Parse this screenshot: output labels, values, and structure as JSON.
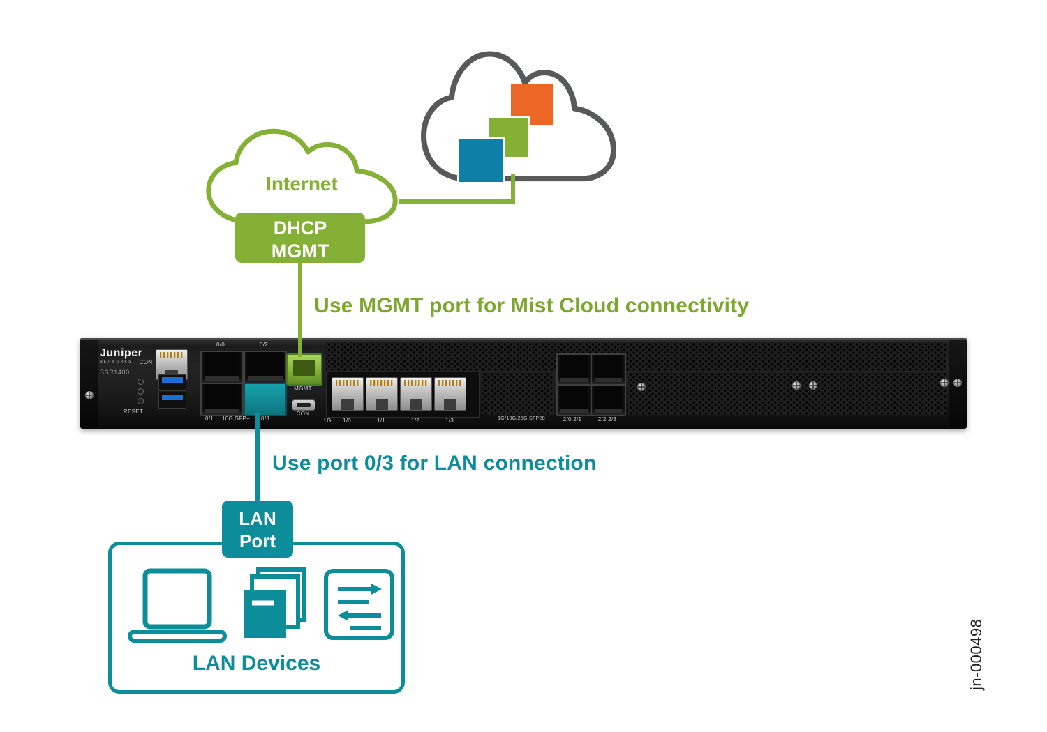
{
  "internet_cloud": {
    "label": "Internet"
  },
  "dhcp_badge": {
    "line1": "DHCP",
    "line2": "MGMT"
  },
  "notes": {
    "mgmt": "Use MGMT port for Mist Cloud connectivity",
    "lan": "Use port 0/3 for LAN connection"
  },
  "lan_port_badge": {
    "line1": "LAN",
    "line2": "Port"
  },
  "lan_devices": {
    "label": "LAN Devices"
  },
  "watermark": "jn-000498",
  "device": {
    "brand": "Juniper",
    "brand_sub": "NETWORKS",
    "model": "SSR1400",
    "labels": {
      "con": "CON",
      "reset": "RESET",
      "sfp_top_left": "0/0",
      "sfp_top_right": "0/2",
      "sfp_bottom_left": "0/1",
      "sfp_bottom_right": "0/3",
      "sfp_group": "10G SFP+",
      "mgmt": "MGMT",
      "mini_con": "CON",
      "rj_group": "1G",
      "rj": [
        "1/0",
        "1/1",
        "1/2",
        "1/3"
      ],
      "sfp28_group": "1G/10G/25G SFP28",
      "sfp28_top": "2/0  2/1",
      "sfp28_bottom": "2/2  2/3"
    }
  },
  "colors": {
    "green": "#84b135",
    "teal": "#0d8d99",
    "cloud_gray": "#58595b",
    "mist_orange": "#ec6726",
    "mist_blue": "#0e7fa6"
  }
}
